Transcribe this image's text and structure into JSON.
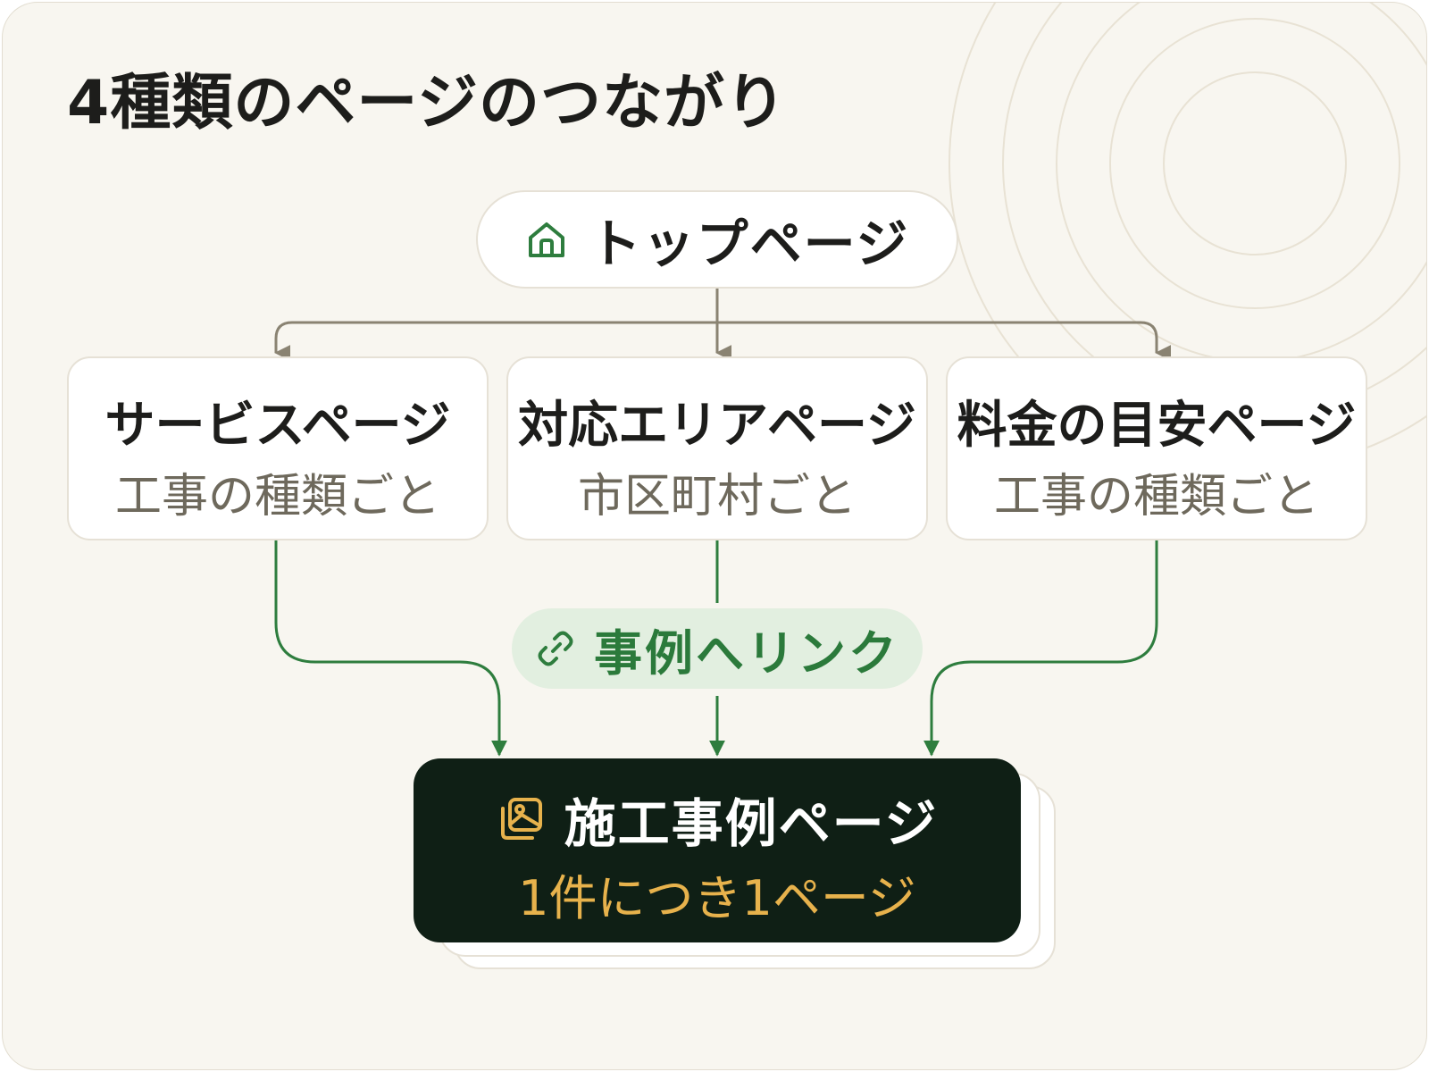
{
  "title": "4種類のページのつながり",
  "top_page": {
    "label": "トップページ",
    "icon": "home-icon"
  },
  "pages": [
    {
      "id": "service",
      "title": "サービスページ",
      "subtitle": "工事の種類ごと"
    },
    {
      "id": "area",
      "title": "対応エリアページ",
      "subtitle": "市区町村ごと"
    },
    {
      "id": "price",
      "title": "料金の目安ページ",
      "subtitle": "工事の種類ごと"
    }
  ],
  "link_label": {
    "text": "事例へリンク",
    "icon": "link-icon"
  },
  "case_page": {
    "title": "施工事例ページ",
    "subtitle": "1件につき1ページ",
    "icon": "gallery-icon"
  },
  "colors": {
    "background": "#f8f6f0",
    "gray_connector": "#8a8372",
    "green_connector": "#2e7d3e",
    "dark_card": "#0f1f15",
    "accent_gold": "#e7b24c",
    "link_pill": "#e2efe0"
  }
}
